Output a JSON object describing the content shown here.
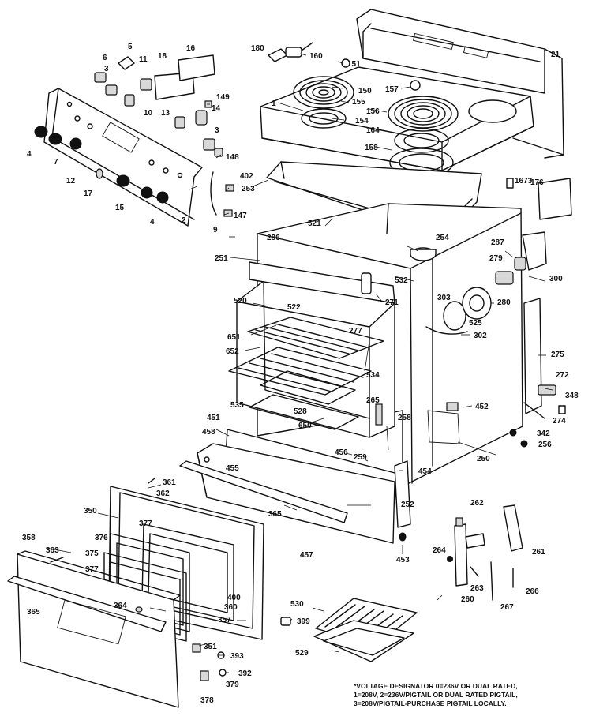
{
  "labels": [
    {
      "id": "l1",
      "text": "1"
    },
    {
      "id": "l2",
      "text": "2"
    },
    {
      "id": "l3a",
      "text": "3"
    },
    {
      "id": "l3b",
      "text": "3"
    },
    {
      "id": "l4a",
      "text": "4"
    },
    {
      "id": "l4b",
      "text": "4"
    },
    {
      "id": "l5",
      "text": "5"
    },
    {
      "id": "l6",
      "text": "6"
    },
    {
      "id": "l7",
      "text": "7"
    },
    {
      "id": "l9",
      "text": "9"
    },
    {
      "id": "l10",
      "text": "10"
    },
    {
      "id": "l11",
      "text": "11"
    },
    {
      "id": "l12",
      "text": "12"
    },
    {
      "id": "l13",
      "text": "13"
    },
    {
      "id": "l14",
      "text": "14"
    },
    {
      "id": "l15",
      "text": "15"
    },
    {
      "id": "l16",
      "text": "16"
    },
    {
      "id": "l17",
      "text": "17"
    },
    {
      "id": "l18",
      "text": "18"
    },
    {
      "id": "l21",
      "text": "21"
    },
    {
      "id": "l147",
      "text": "147"
    },
    {
      "id": "l148",
      "text": "148"
    },
    {
      "id": "l149",
      "text": "149"
    },
    {
      "id": "l150",
      "text": "150"
    },
    {
      "id": "l151",
      "text": "151"
    },
    {
      "id": "l154",
      "text": "154"
    },
    {
      "id": "l155",
      "text": "155"
    },
    {
      "id": "l156",
      "text": "156"
    },
    {
      "id": "l157",
      "text": "157"
    },
    {
      "id": "l158",
      "text": "158"
    },
    {
      "id": "l160",
      "text": "160"
    },
    {
      "id": "l164",
      "text": "164"
    },
    {
      "id": "l176",
      "text": "176"
    },
    {
      "id": "l180",
      "text": "180"
    },
    {
      "id": "l251",
      "text": "251"
    },
    {
      "id": "l252",
      "text": "252"
    },
    {
      "id": "l253",
      "text": "253"
    },
    {
      "id": "l254",
      "text": "254"
    },
    {
      "id": "l256",
      "text": "256"
    },
    {
      "id": "l258",
      "text": "258"
    },
    {
      "id": "l259",
      "text": "259"
    },
    {
      "id": "l260",
      "text": "260"
    },
    {
      "id": "l261",
      "text": "261"
    },
    {
      "id": "l262",
      "text": "262"
    },
    {
      "id": "l263",
      "text": "263"
    },
    {
      "id": "l264",
      "text": "264"
    },
    {
      "id": "l265",
      "text": "265"
    },
    {
      "id": "l266",
      "text": "266"
    },
    {
      "id": "l267",
      "text": "267"
    },
    {
      "id": "l271",
      "text": "271"
    },
    {
      "id": "l272",
      "text": "272"
    },
    {
      "id": "l274",
      "text": "274"
    },
    {
      "id": "l275",
      "text": "275"
    },
    {
      "id": "l277",
      "text": "277"
    },
    {
      "id": "l279",
      "text": "279"
    },
    {
      "id": "l280",
      "text": "280"
    },
    {
      "id": "l286",
      "text": "286"
    },
    {
      "id": "l287",
      "text": "287"
    },
    {
      "id": "l300",
      "text": "300"
    },
    {
      "id": "l302",
      "text": "302"
    },
    {
      "id": "l303",
      "text": "303"
    },
    {
      "id": "l342",
      "text": "342"
    },
    {
      "id": "l348",
      "text": "348"
    },
    {
      "id": "l350",
      "text": "350"
    },
    {
      "id": "l351",
      "text": "351"
    },
    {
      "id": "l357",
      "text": "357"
    },
    {
      "id": "l358",
      "text": "358"
    },
    {
      "id": "l360",
      "text": "360"
    },
    {
      "id": "l361",
      "text": "361"
    },
    {
      "id": "l362",
      "text": "362"
    },
    {
      "id": "l363",
      "text": "363"
    },
    {
      "id": "l364",
      "text": "364"
    },
    {
      "id": "l365a",
      "text": "365"
    },
    {
      "id": "l365b",
      "text": "365"
    },
    {
      "id": "l375",
      "text": "375"
    },
    {
      "id": "l376",
      "text": "376"
    },
    {
      "id": "l377a",
      "text": "377"
    },
    {
      "id": "l377b",
      "text": "377"
    },
    {
      "id": "l378",
      "text": "378"
    },
    {
      "id": "l379",
      "text": "379"
    },
    {
      "id": "l392",
      "text": "392"
    },
    {
      "id": "l393",
      "text": "393"
    },
    {
      "id": "l399",
      "text": "399"
    },
    {
      "id": "l400",
      "text": "400"
    },
    {
      "id": "l402",
      "text": "402"
    },
    {
      "id": "l451",
      "text": "451"
    },
    {
      "id": "l452",
      "text": "452"
    },
    {
      "id": "l453",
      "text": "453"
    },
    {
      "id": "l454",
      "text": "454"
    },
    {
      "id": "l455",
      "text": "455"
    },
    {
      "id": "l456",
      "text": "456"
    },
    {
      "id": "l457",
      "text": "457"
    },
    {
      "id": "l458",
      "text": "458"
    },
    {
      "id": "l520",
      "text": "520"
    },
    {
      "id": "l521",
      "text": "521"
    },
    {
      "id": "l522",
      "text": "522"
    },
    {
      "id": "l525",
      "text": "525"
    },
    {
      "id": "l528",
      "text": "528"
    },
    {
      "id": "l529",
      "text": "529"
    },
    {
      "id": "l530",
      "text": "530"
    },
    {
      "id": "l532",
      "text": "532"
    },
    {
      "id": "l534",
      "text": "534"
    },
    {
      "id": "l535",
      "text": "535"
    },
    {
      "id": "l650",
      "text": "650"
    },
    {
      "id": "l651",
      "text": "651"
    },
    {
      "id": "l652",
      "text": "652"
    },
    {
      "id": "l1673",
      "text": "1673"
    },
    {
      "id": "l250",
      "text": "250"
    }
  ],
  "note": {
    "line1": "*VOLTAGE DESIGNATOR 0=236V OR DUAL RATED,",
    "line2": "1=208V, 2=236V/PIGTAIL OR DUAL RATED PIGTAIL,",
    "line3": "3=208V/PIGTAIL-PURCHASE PIGTAIL LOCALLY."
  },
  "colors": {
    "ink": "#111111",
    "paper": "#ffffff"
  }
}
